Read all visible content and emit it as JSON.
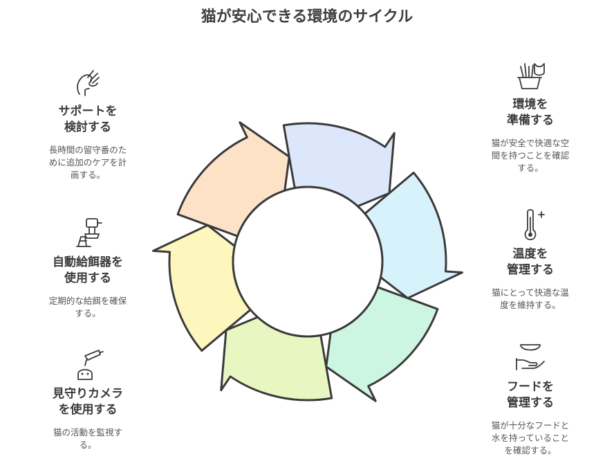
{
  "title": "猫が安心できる環境のサイクル",
  "colors": {
    "segment_1": "#dce7fb",
    "segment_2": "#d8f2fb",
    "segment_3": "#cdf6e2",
    "segment_4": "#e8f7c2",
    "segment_5": "#fdf6bd",
    "segment_6": "#fde2c8",
    "outline": "#3a3a3a"
  },
  "left_items": [
    {
      "icon": "hand-head-icon",
      "heading": "サポートを\n検討する",
      "desc": "長時間の留守番のた\nめに追加のケアを計\n画する。"
    },
    {
      "icon": "feeder-icon",
      "heading": "自動給餌器を\n使用する",
      "desc": "定期的な給餌を確保\nする。"
    },
    {
      "icon": "camera-icon",
      "heading": "見守りカメラ\nを使用する",
      "desc": "猫の活動を監視す\nる。"
    }
  ],
  "right_items": [
    {
      "icon": "cat-plant-icon",
      "heading": "環境を\n準備する",
      "desc": "猫が安全で快適な空\n間を持つことを確認\nする。"
    },
    {
      "icon": "thermometer-icon",
      "heading": "温度を\n管理する",
      "desc": "猫にとって快適な温\n度を維持する。"
    },
    {
      "icon": "food-bowl-icon",
      "heading": "フードを\n管理する",
      "desc": "猫が十分なフードと\n水を持っていること\nを確認する。"
    }
  ]
}
